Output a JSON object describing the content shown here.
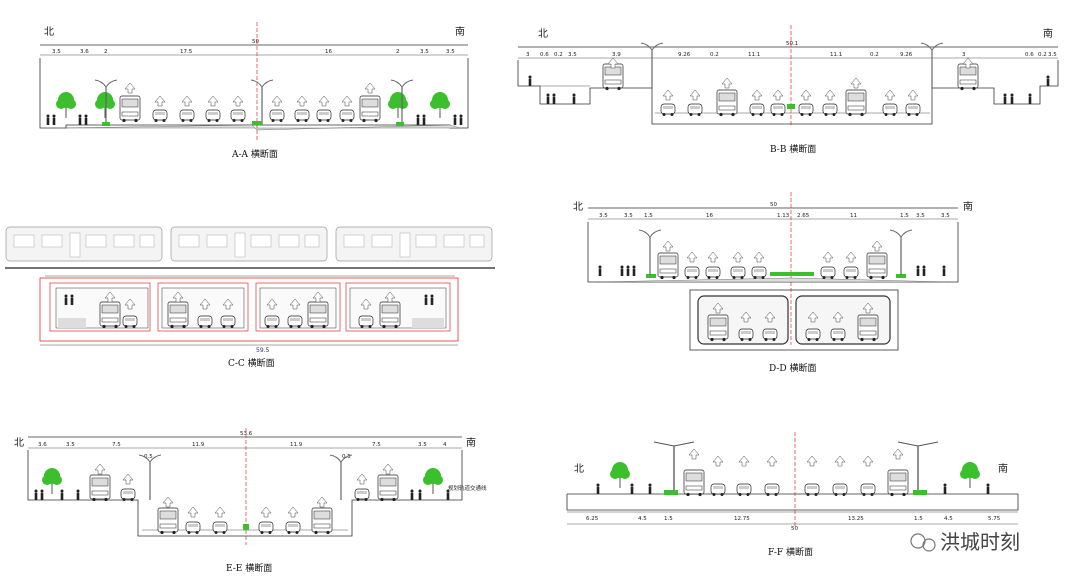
{
  "diagram": {
    "sections": {
      "aa": {
        "caption": "A-A 横断面",
        "north": "北",
        "south": "南",
        "total": "50",
        "dims": [
          "3.5",
          "3.6",
          "2",
          "17.5",
          "16",
          "2",
          "3.5",
          "3.5"
        ]
      },
      "bb": {
        "caption": "B-B 横断面",
        "north": "北",
        "south": "南",
        "total": "50.1",
        "dims": [
          "3",
          "0.6",
          "0.2",
          "3.5",
          "3.9",
          "9.26",
          "0.2",
          "11.1",
          "11.1",
          "0.2",
          "9.26",
          "3",
          "0.6",
          "0.2",
          "3.5"
        ]
      },
      "cc": {
        "caption": "C-C 横断面",
        "total": "59.5"
      },
      "dd": {
        "caption": "D-D 横断面",
        "north": "北",
        "south": "南",
        "total": "50",
        "dims": [
          "3.5",
          "3.5",
          "1.5",
          "16",
          "1.13",
          "2.65",
          "11",
          "1.5",
          "3.5",
          "3.5"
        ]
      },
      "ee": {
        "caption": "E-E 横断面",
        "north": "北",
        "south": "南",
        "total": "53.6",
        "dims": [
          "3.6",
          "3.5",
          "7.5",
          "11.9",
          "11.9",
          "7.5",
          "3.5",
          "4"
        ],
        "marks": [
          "0.5",
          "0.5"
        ],
        "note": "规划轨道交通线"
      },
      "ff": {
        "caption": "F-F 横断面",
        "north": "北",
        "south": "南",
        "total": "50",
        "dims": [
          "6.25",
          "4.5",
          "1.5",
          "12.75",
          "13.25",
          "1.5",
          "4.5",
          "5.75"
        ]
      }
    },
    "watermark": "洪城时刻"
  }
}
